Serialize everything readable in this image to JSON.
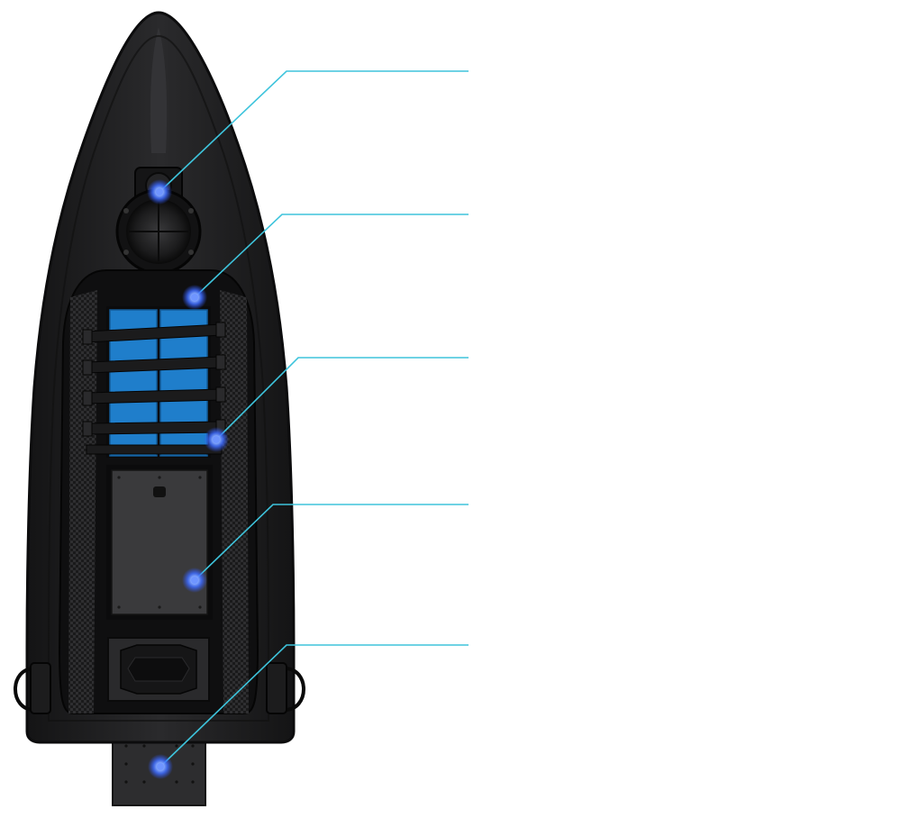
{
  "colors": {
    "background": "#ffffff",
    "hull": "#1f1f21",
    "hull_edge": "#0c0c0d",
    "deck_inner": "#141415",
    "carbon": "#2a2a2c",
    "battery": "#1f7ecb",
    "battery_dark": "#135c99",
    "plate": "#3c3c3e",
    "callout_line": "#3ec4dc",
    "hotspot_glow": "#3f7bff"
  },
  "callouts": [
    {
      "id": "sensor-hatch",
      "icon": "glow-dot-icon"
    },
    {
      "id": "battery-bay",
      "icon": "glow-dot-icon"
    },
    {
      "id": "battery-straps",
      "icon": "glow-dot-icon"
    },
    {
      "id": "electronics-plate",
      "icon": "glow-dot-icon"
    },
    {
      "id": "transom-mount",
      "icon": "glow-dot-icon"
    }
  ]
}
